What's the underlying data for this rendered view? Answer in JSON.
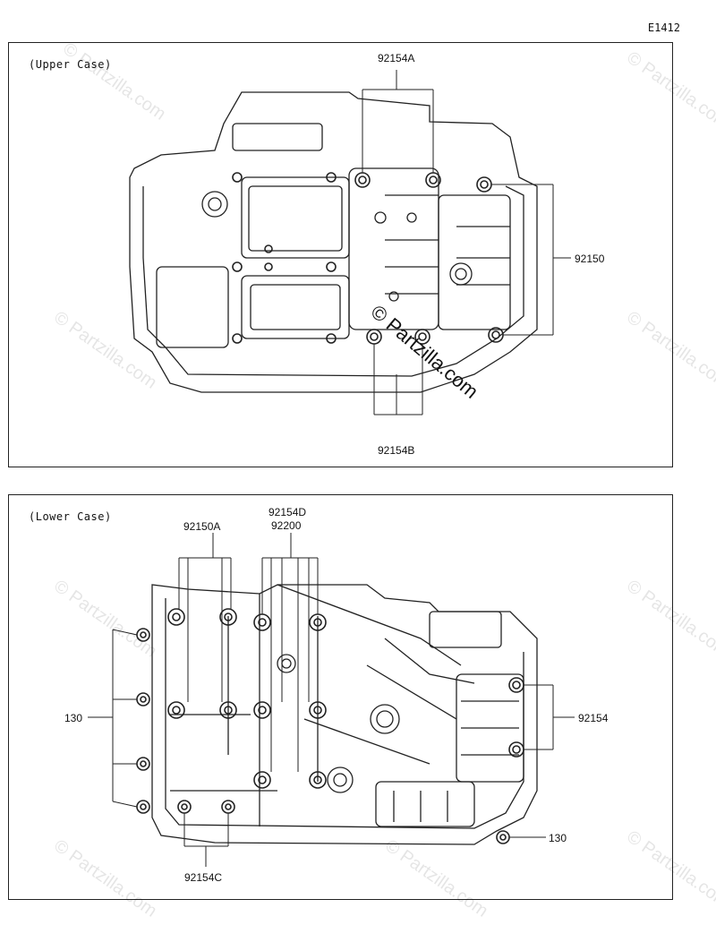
{
  "diagram_code": "E1412",
  "upper": {
    "title": "(Upper Case)",
    "labels": {
      "a": "92154A",
      "b": "92154B",
      "c": "92150"
    }
  },
  "lower": {
    "title": "(Lower Case)",
    "labels": {
      "a": "92150A",
      "d1": "92154D",
      "d2": "92200",
      "left130": "130",
      "right": "92154",
      "bottom130": "130",
      "c": "92154C"
    }
  },
  "watermark": {
    "brand": "© Partzilla.com",
    "text": "© Partzilla.com"
  }
}
